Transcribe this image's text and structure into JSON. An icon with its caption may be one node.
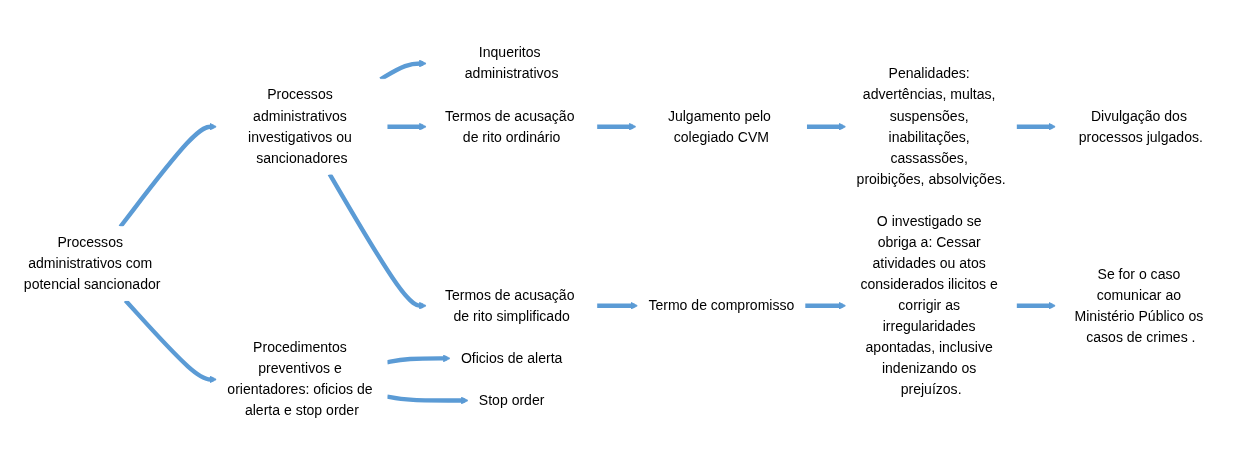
{
  "diagram": {
    "nodes": [
      {
        "text": [
          "Processos administrativos com potencial sancionador"
        ]
      },
      {
        "text": [
          "Processos administrativos investigativos ou sancionadores"
        ]
      },
      {
        "text": [
          "Procedimentos preventivos e orientadores: oficios de alerta e stop order"
        ]
      },
      {
        "text": [
          "Inqueritos administrativos"
        ]
      },
      {
        "text": [
          "Termos de acusação de rito ordinário"
        ]
      },
      {
        "text": [
          "Termos de acusação de rito simplificado"
        ]
      },
      {
        "text": [
          "Oficios de alerta"
        ]
      },
      {
        "text": [
          "Stop order"
        ]
      },
      {
        "text": [
          "Julgamento pelo colegiado CVM"
        ]
      },
      {
        "text": [
          "Termo de compromisso"
        ]
      },
      {
        "text": [
          "Penalidades: advertências, multas, suspensões, inabilitações, cassassões, proibições, absolvições."
        ]
      },
      {
        "text": [
          "O investigado se obriga a: Cessar atividades ou atos considerados ilicitos e corrigir as irregularidades apontadas, inclusive indenizando os prejuízos."
        ]
      },
      {
        "text": [
          "Divulgação dos processos julgados."
        ]
      },
      {
        "text": [
          "Se for o caso comunicar ao Ministério Público os casos de crimes ."
        ]
      }
    ],
    "edges": [
      {
        "from": 0,
        "to": 1,
        "arrow": "to"
      },
      {
        "from": 0,
        "to": 2,
        "arrow": "to"
      },
      {
        "from": 1,
        "to": 3,
        "arrow": "to"
      },
      {
        "from": 1,
        "to": 4,
        "arrow": "to"
      },
      {
        "from": 1,
        "to": 5,
        "arrow": "to"
      },
      {
        "from": 2,
        "to": 6,
        "arrow": "to"
      },
      {
        "from": 2,
        "to": 7,
        "arrow": "to"
      },
      {
        "from": 4,
        "to": 8,
        "arrow": "to"
      },
      {
        "from": 5,
        "to": 9,
        "arrow": "to"
      },
      {
        "from": 8,
        "to": 10,
        "arrow": "to"
      },
      {
        "from": 9,
        "to": 11,
        "arrow": "to"
      },
      {
        "from": 10,
        "to": 12,
        "arrow": "to"
      },
      {
        "from": 11,
        "to": 13,
        "arrow": "to"
      }
    ]
  }
}
